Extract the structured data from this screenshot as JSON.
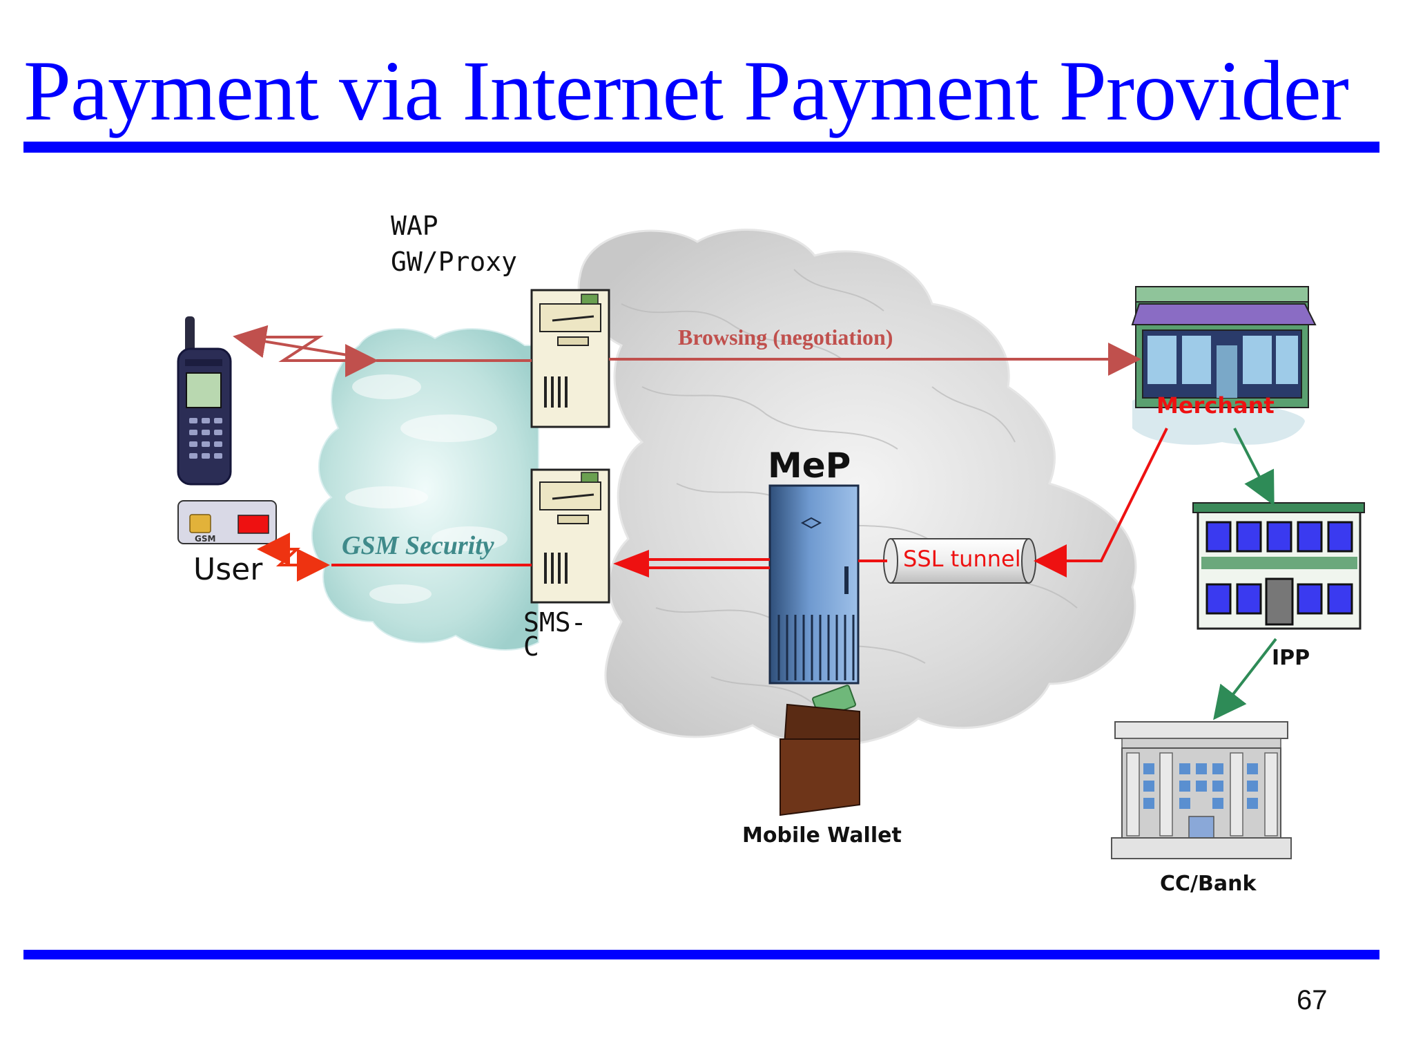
{
  "slide": {
    "title": "Payment via Internet Payment Provider",
    "page_number": "67"
  },
  "diagram": {
    "wap_gateway": {
      "label_line1": "WAP",
      "label_line2": "GW/Proxy"
    },
    "sms_center": {
      "label_line1": "SMS-",
      "label_line2": "C"
    },
    "user": {
      "label": "User",
      "card_text": "GSM"
    },
    "mep": {
      "label": "MeP"
    },
    "wallet": {
      "label": "Mobile Wallet"
    },
    "merchant": {
      "label": "Merchant"
    },
    "ipp": {
      "label": "IPP"
    },
    "bank": {
      "label": "CC/Bank"
    },
    "connections": {
      "browsing": "Browsing (negotiation)",
      "gsm_security": "GSM Security",
      "ssl_tunnel": "SSL tunnel"
    },
    "colors": {
      "title": "#0000ff",
      "browsing_arrow": "#c0504d",
      "red_arrow": "#ee1111",
      "green_arrow": "#2e8b57",
      "gsm_text": "#3f8a8a"
    }
  }
}
